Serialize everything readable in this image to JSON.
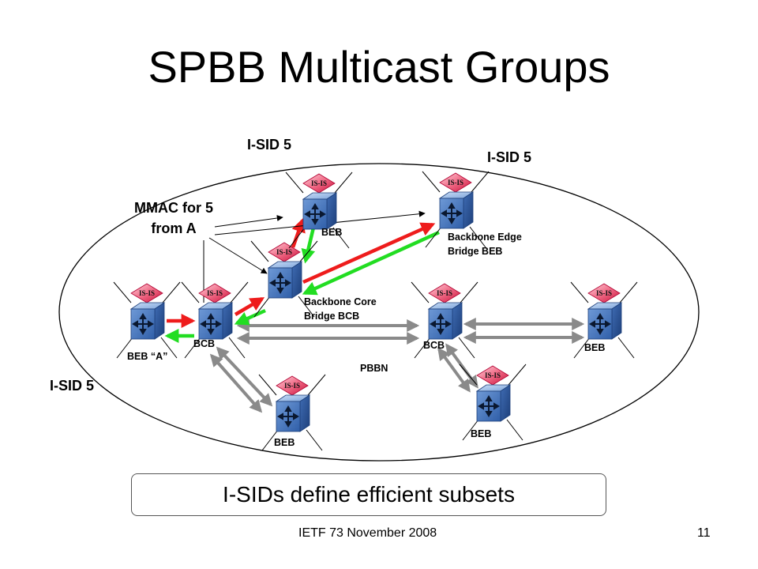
{
  "title": "SPBB Multicast Groups",
  "labels": {
    "isid_top_left": "I-SID 5",
    "isid_top_right": "I-SID 5",
    "isid_left": "I-SID 5",
    "mmac": "MMAC for 5\nfrom A",
    "beb_top": "BEB",
    "backbone_edge": "Backbone Edge\nBridge BEB",
    "backbone_core": "Backbone Core\nBridge BCB",
    "beb_a": "BEB “A”",
    "bcb_left": "BCB",
    "bcb_mid": "BCB",
    "beb_right": "BEB",
    "pbbn": "PBBN",
    "beb_bottom_left": "BEB",
    "beb_bottom_right": "BEB"
  },
  "node_badge": "IS-IS",
  "callout": "I-SIDs define efficient subsets",
  "footer": {
    "text": "IETF 73 November 2008",
    "page": "11"
  },
  "colors": {
    "red_arrow": "#ee1c1c",
    "green_arrow": "#22dd22",
    "gray_arrow": "#8a8a8a",
    "node_blue": "#4f7fc4",
    "badge_red": "#dd2244"
  },
  "nodes": [
    "router-beb-a",
    "router-bcb-left",
    "router-bcb-upper",
    "router-beb-top",
    "router-beb-edge",
    "router-bcb-mid",
    "router-beb-right",
    "router-beb-bottom-left",
    "router-beb-bottom-right"
  ]
}
